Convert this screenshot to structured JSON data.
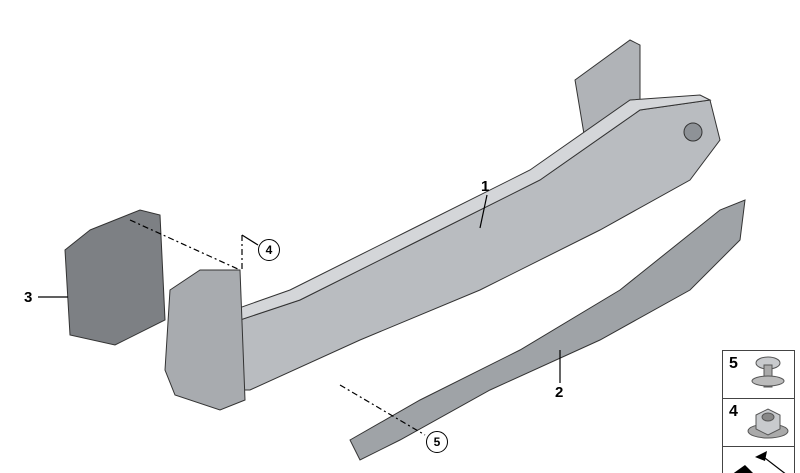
{
  "callouts": {
    "bumper_carrier": "1",
    "impact_absorber": "2",
    "cover_plate": "3",
    "nut": "4",
    "clip": "5"
  },
  "legend": [
    {
      "number": "5",
      "part": "clip-icon"
    },
    {
      "number": "4",
      "part": "hex-nut-icon"
    },
    {
      "number": "",
      "part": "arrow-icon"
    }
  ],
  "colors": {
    "part_fill": "#b9bcc0",
    "part_dark": "#8e9297",
    "plate": "#7d8084"
  }
}
